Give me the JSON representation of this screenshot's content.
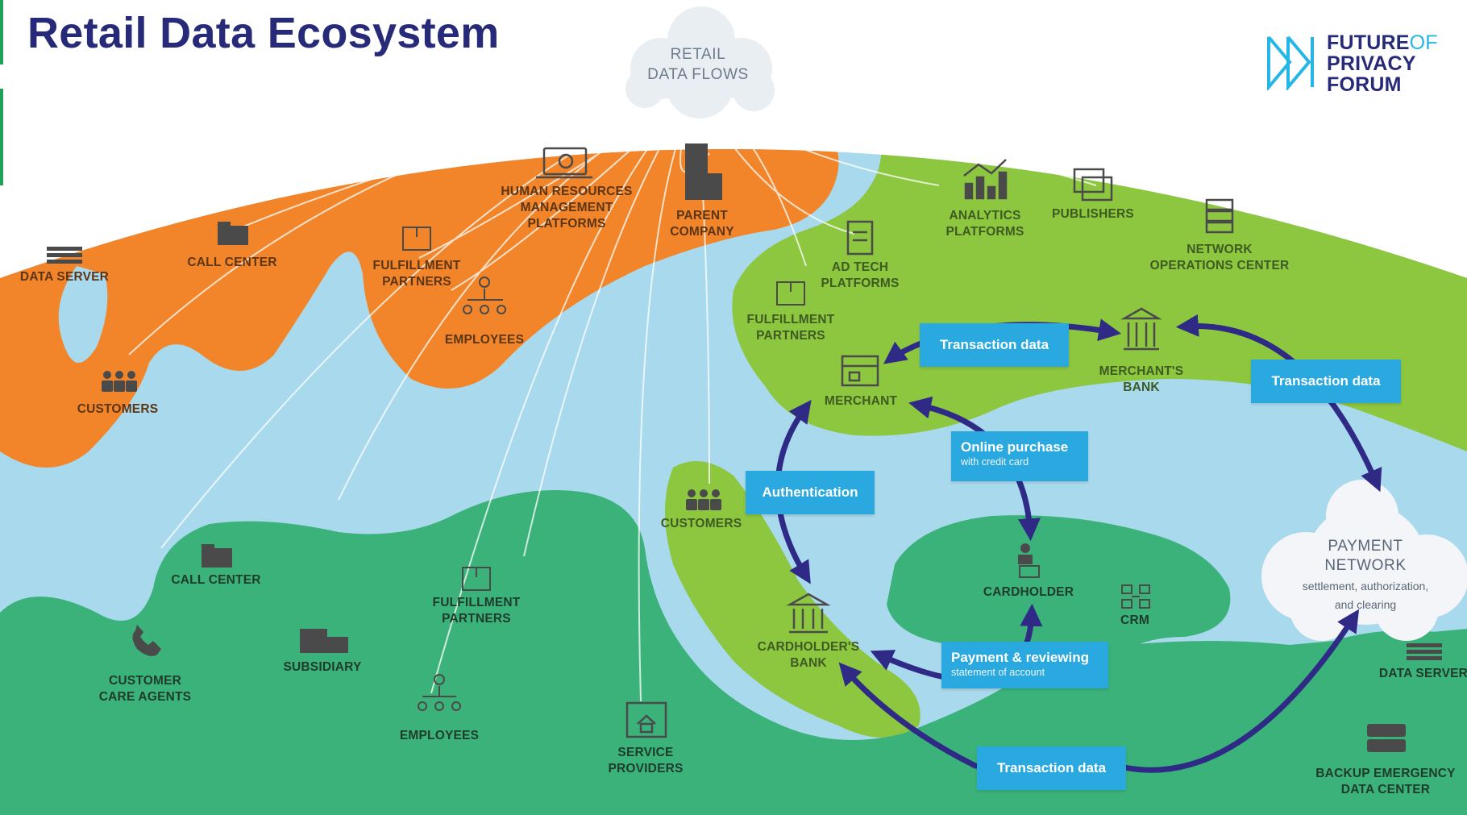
{
  "title": "Retail Data Ecosystem",
  "brand": {
    "line1": "FUTURE",
    "line1_light": "OF",
    "line2": "PRIVACY",
    "line3": "FORUM"
  },
  "center_cloud": {
    "line1": "RETAIL",
    "line2": "DATA FLOWS"
  },
  "payment_network": {
    "title_line1": "PAYMENT",
    "title_line2": "NETWORK",
    "sub_line1": "settlement, authorization,",
    "sub_line2": "and clearing"
  },
  "labels": {
    "data_server_left": "DATA SERVER",
    "call_center_top": "CALL CENTER",
    "customers_left": "CUSTOMERS",
    "fulfillment_top": [
      "FULFILLMENT",
      "PARTNERS"
    ],
    "hr_platforms": [
      "HUMAN RESOURCES",
      "MANAGEMENT",
      "PLATFORMS"
    ],
    "employees_top": "EMPLOYEES",
    "parent_company": [
      "PARENT",
      "COMPANY"
    ],
    "analytics": [
      "ANALYTICS",
      "PLATFORMS"
    ],
    "publishers": "PUBLISHERS",
    "network_ops": [
      "NETWORK",
      "OPERATIONS CENTER"
    ],
    "ad_tech": [
      "AD TECH",
      "PLATFORMS"
    ],
    "fulfillment_right": [
      "FULFILLMENT",
      "PARTNERS"
    ],
    "merchant": "MERCHANT",
    "merchants_bank": [
      "MERCHANT'S",
      "BANK"
    ],
    "customers_mid": "CUSTOMERS",
    "cardholders_bank": [
      "CARDHOLDER'S",
      "BANK"
    ],
    "cardholder": "CARDHOLDER",
    "crm": "CRM",
    "call_center_bottom": "CALL CENTER",
    "customer_care": [
      "CUSTOMER",
      "CARE AGENTS"
    ],
    "subsidiary": "SUBSIDIARY",
    "fulfillment_bottom": [
      "FULFILLMENT",
      "PARTNERS"
    ],
    "employees_bottom": "EMPLOYEES",
    "service_providers": [
      "SERVICE",
      "PROVIDERS"
    ],
    "data_server_right": "DATA SERVER",
    "backup": [
      "BACKUP EMERGENCY",
      "DATA CENTER"
    ]
  },
  "flow_boxes": {
    "transaction_top": "Transaction data",
    "transaction_right": "Transaction data",
    "online_purchase": "Online purchase",
    "online_purchase_sub": "with credit card",
    "authentication": "Authentication",
    "payment_reviewing": "Payment & reviewing",
    "payment_reviewing_sub": "statement of account",
    "transaction_bottom": "Transaction data"
  },
  "colors": {
    "title": "#262a78",
    "ocean": "#a9d9ec",
    "orange": "#f2852a",
    "lime": "#8dc63f",
    "green": "#3bb27a",
    "flow_box": "#2aa8e0",
    "arrow": "#2e2a86",
    "cloud": "#e9eef3"
  },
  "icons": [
    "server-icon",
    "building-icon",
    "people-icon",
    "box-icon",
    "monitor-icon",
    "org-chart-icon",
    "tower-icon",
    "chart-icon",
    "gallery-icon",
    "rack-icon",
    "document-icon",
    "store-icon",
    "bank-icon",
    "person-card-icon",
    "network-icon",
    "phone-icon",
    "home-icon"
  ]
}
